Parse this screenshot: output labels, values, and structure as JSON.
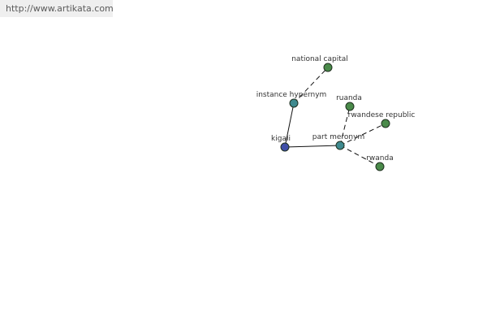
{
  "watermark": "http://www.artikata.com",
  "colors": {
    "root": "#3f4fa8",
    "relation": "#3f8a8f",
    "leaf": "#4a8a4a",
    "edge": "#111111"
  },
  "nodes": {
    "kigali": "kigali",
    "instance_hypernym": "instance hypernym",
    "national_capital": "national capital",
    "part_meronym": "part meronym",
    "ruanda": "ruanda",
    "rwandese_republic": "rwandese republic",
    "rwanda": "rwanda"
  }
}
